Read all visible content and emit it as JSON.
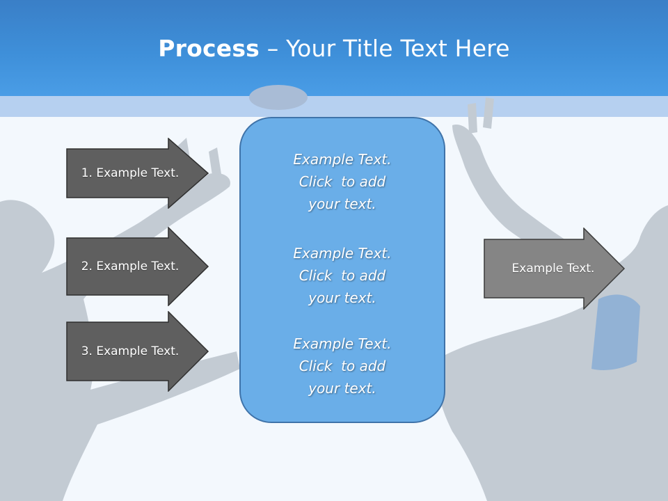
{
  "title": {
    "bold": "Process",
    "rest": " – Your Title Text Here"
  },
  "left_arrows": [
    {
      "label": "1. Example Text."
    },
    {
      "label": "2. Example Text."
    },
    {
      "label": "3. Example Text."
    }
  ],
  "center_box": {
    "paragraphs": [
      {
        "line1": "Example Text.",
        "line2": "Click  to add",
        "line3": "your text."
      },
      {
        "line1": "Example Text.",
        "line2": "Click  to add",
        "line3": "your text."
      },
      {
        "line1": "Example Text.",
        "line2": "Click  to add",
        "line3": "your text."
      }
    ]
  },
  "right_arrow": {
    "label": "Example Text."
  },
  "colors": {
    "header": "#3e8fd9",
    "dark_arrow": "#5f5f5f",
    "light_arrow": "#858585",
    "center_box": "#6aaee8"
  }
}
